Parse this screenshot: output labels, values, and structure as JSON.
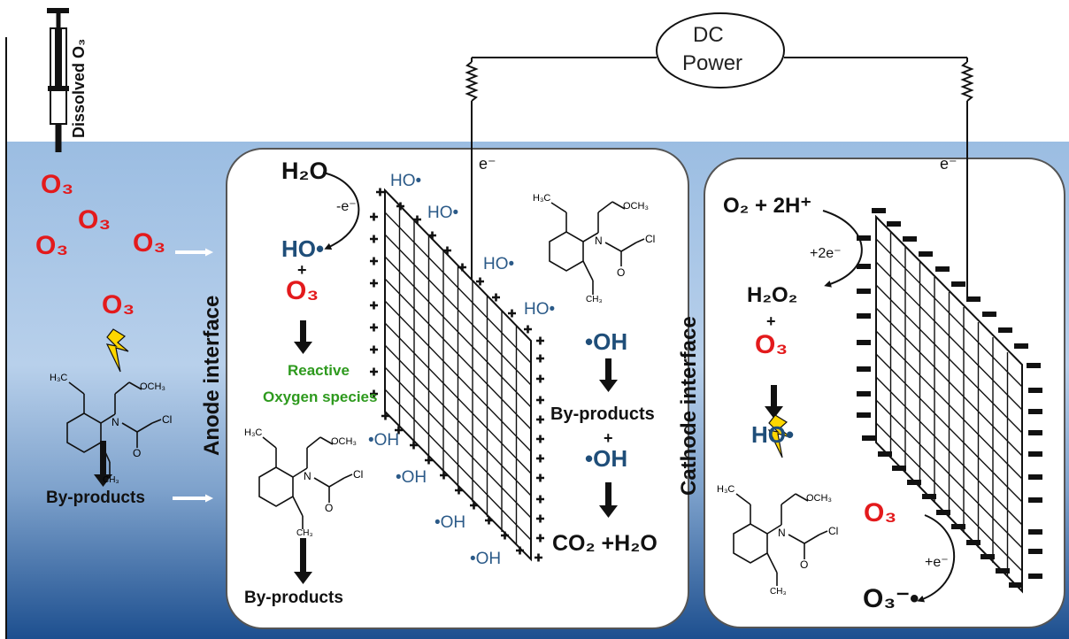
{
  "labels": {
    "dc_power": [
      "DC",
      "Power"
    ],
    "dissolved_o3": "Dissolved O₃",
    "anode_interface": "Anode interface",
    "cathode_interface": "Cathode interface",
    "electron": "e⁻",
    "h2o": "H₂O",
    "minus_e": "-e⁻",
    "ho_radical": "HO•",
    "plus": "+",
    "o3": "O₃",
    "reactive_oxygen": [
      "Reactive",
      "Oxygen species"
    ],
    "by_products": "By-products",
    "oh_radical": "•OH",
    "co2_h2o": "CO₂ +H₂O",
    "o2_2h": "O₂ + 2H⁺",
    "plus_2e": "+2e⁻",
    "h2o2": "H₂O₂",
    "plus_e": "+e⁻",
    "superoxide": "O₃⁻•"
  },
  "molecule_atoms": {
    "h3c": "H₃C",
    "och3": "OCH₃",
    "n": "N",
    "o": "O",
    "cl": "Cl",
    "ch3": "CH₃"
  },
  "colors": {
    "ozone": "#e31a1c",
    "radical": "#1f4e79",
    "reactive_species": "#2e9a1e",
    "lightning": "#ffd700"
  }
}
